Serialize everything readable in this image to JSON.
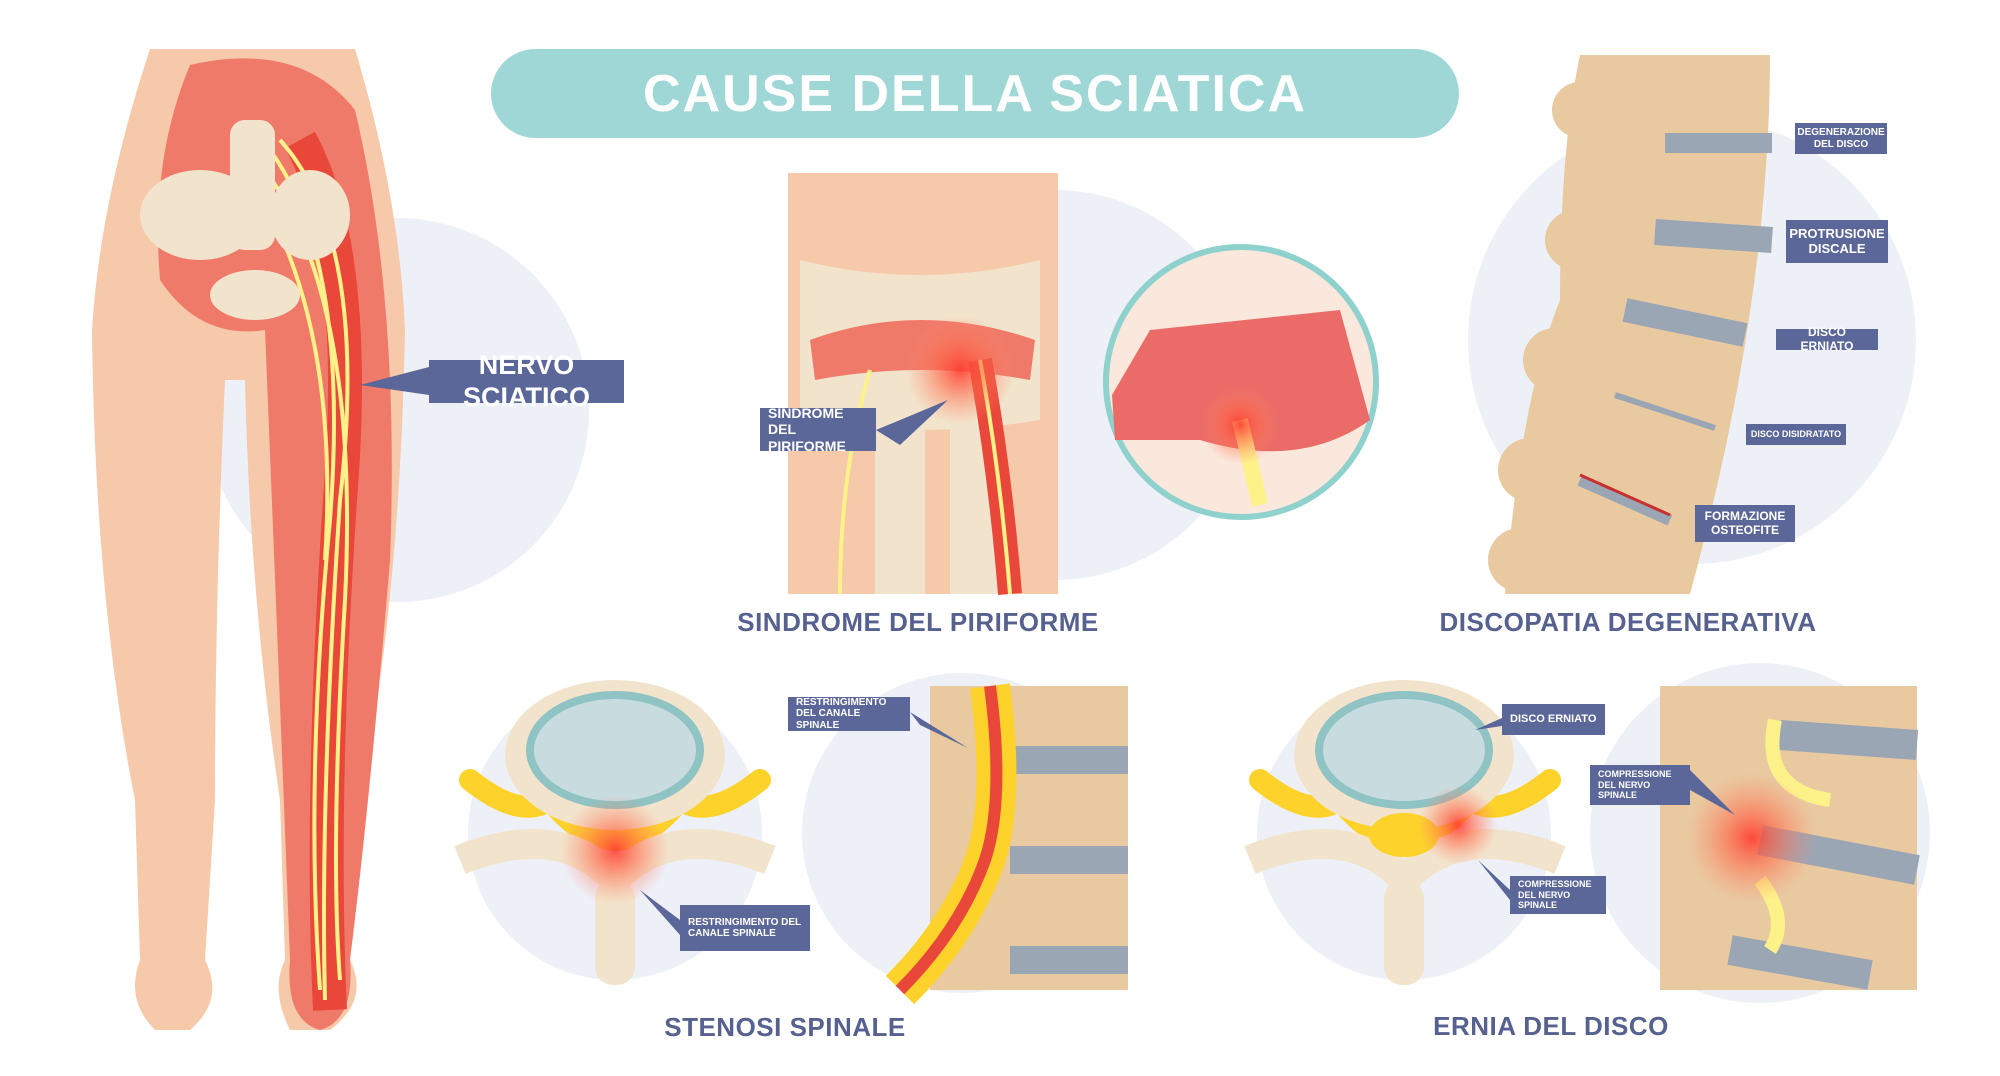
{
  "title": "CAUSE DELLA SCIATICA",
  "leg": {
    "label": "NERVO SCIATICO"
  },
  "piriformis": {
    "label": "SINDROME DEL PIRIFORME",
    "caption": "SINDROME DEL PIRIFORME"
  },
  "degenerative": {
    "labels": [
      "DEGENERAZIONE DEL DISCO",
      "PROTRUSIONE DISCALE",
      "DISCO ERNIATO",
      "DISCO DISIDRATATO",
      "FORMAZIONE OSTEOFITE"
    ],
    "caption": "DISCOPATIA DEGENERATIVA"
  },
  "stenosis": {
    "label_top": "RESTRINGIMENTO DEL CANALE SPINALE",
    "label_bottom": "RESTRINGIMENTO DEL CANALE SPINALE",
    "caption": "STENOSI SPINALE"
  },
  "hernia": {
    "label_disc": "DISCO ERNIATO",
    "label_compression_left": "COMPRESSIONE DEL NERVO SPINALE",
    "label_compression_right": "COMPRESSIONE DEL NERVO SPINALE",
    "caption": "ERNIA DEL DISCO"
  },
  "colors": {
    "title_bg": "#9fd7d6",
    "label_bg": "#5b6799",
    "caption": "#56618f",
    "nerve": "#fdf28a",
    "inflamed": "#e8473a"
  }
}
